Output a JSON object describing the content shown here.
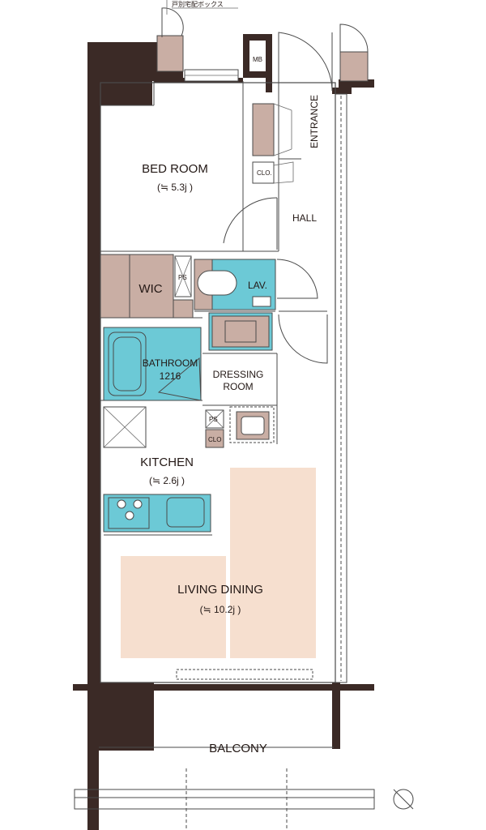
{
  "rooms": {
    "bed_room": {
      "name": "BED ROOM",
      "size": "(≒ 5.3j )"
    },
    "wic": {
      "name": "WIC"
    },
    "lav": {
      "name": "LAV."
    },
    "bathroom": {
      "name": "BATHROOM",
      "size": "1216"
    },
    "dressing_room": {
      "name": "DRESSING",
      "name2": "ROOM"
    },
    "kitchen": {
      "name": "KITCHEN",
      "size": "(≒ 2.6j )"
    },
    "living_dining": {
      "name": "LIVING DINING",
      "size": "(≒ 10.2j )"
    },
    "hall": {
      "name": "HALL"
    },
    "entrance": {
      "name": "ENTRANCE"
    },
    "balcony": {
      "name": "BALCONY"
    }
  },
  "fixtures": {
    "mb": "MB",
    "clo_1": "CLO.",
    "clo_2": "CLO",
    "ps_1": "PS",
    "ps_2": "PS"
  },
  "delivery_box": "戸別宅配ボックス",
  "colors": {
    "wall": "#3b2a26",
    "storage": "#c9aea4",
    "wet_area": "#6cc9d6",
    "floor_tint": "#f6dfcf"
  }
}
